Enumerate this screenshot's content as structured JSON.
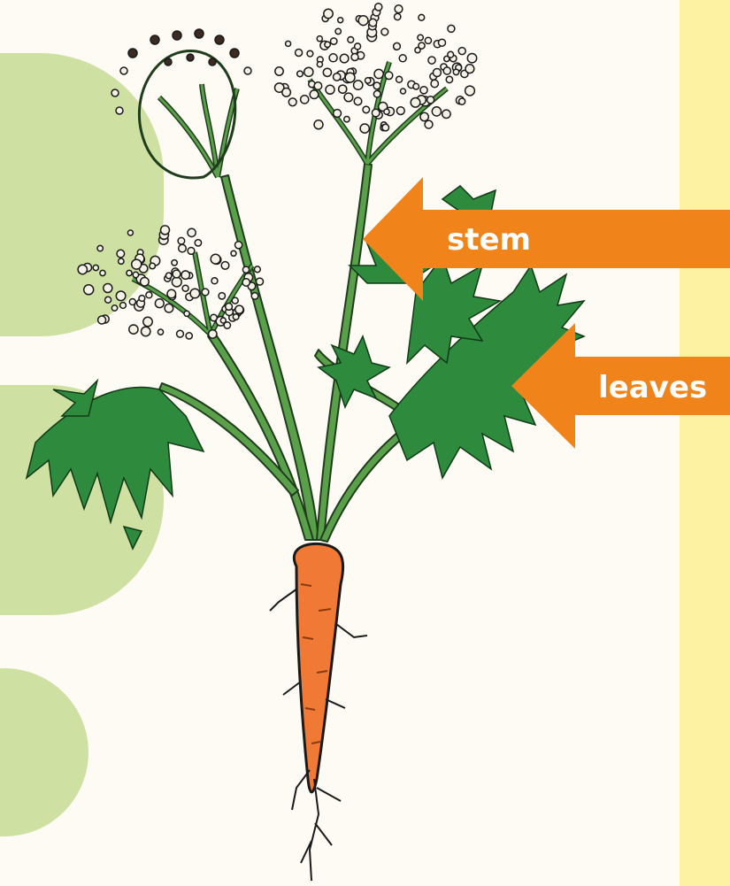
{
  "labels": {
    "stem": "stem",
    "leaves": "leaves"
  },
  "colors": {
    "background": "#fdfbf3",
    "side_blob": "#cfe0a3",
    "right_strip": "#fdf2a1",
    "arrow": "#f0831a",
    "label_text": "#ffffff",
    "stem": "#5aa04a",
    "leaf": "#2e8a3c",
    "carrot": "#f07a35",
    "flower": "#f4f1e6"
  },
  "icons": {
    "stem_arrow": "left-arrow",
    "leaves_arrow": "left-arrow"
  }
}
